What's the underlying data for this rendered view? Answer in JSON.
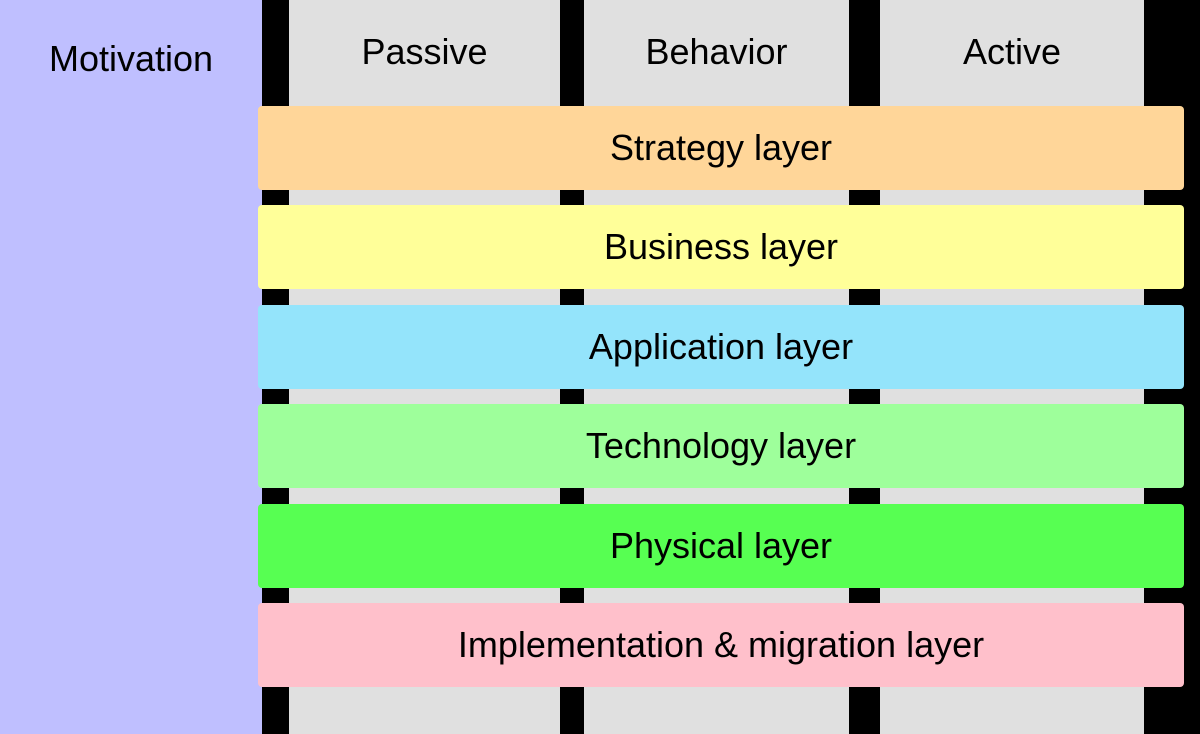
{
  "colors": {
    "background": "#000000",
    "motivation": "#bfbfff",
    "aspect_column": "#e0e0e0"
  },
  "motivation": {
    "label": "Motivation"
  },
  "aspects": [
    {
      "label": "Passive"
    },
    {
      "label": "Behavior"
    },
    {
      "label": "Active"
    }
  ],
  "layers": [
    {
      "label": "Strategy layer",
      "color": "#ffd699"
    },
    {
      "label": "Business layer",
      "color": "#ffff99"
    },
    {
      "label": "Application layer",
      "color": "#94e4fb"
    },
    {
      "label": "Technology layer",
      "color": "#9eff9b"
    },
    {
      "label": "Physical layer",
      "color": "#57ff52"
    },
    {
      "label": "Implementation & migration layer",
      "color": "#ffc0cb"
    }
  ]
}
